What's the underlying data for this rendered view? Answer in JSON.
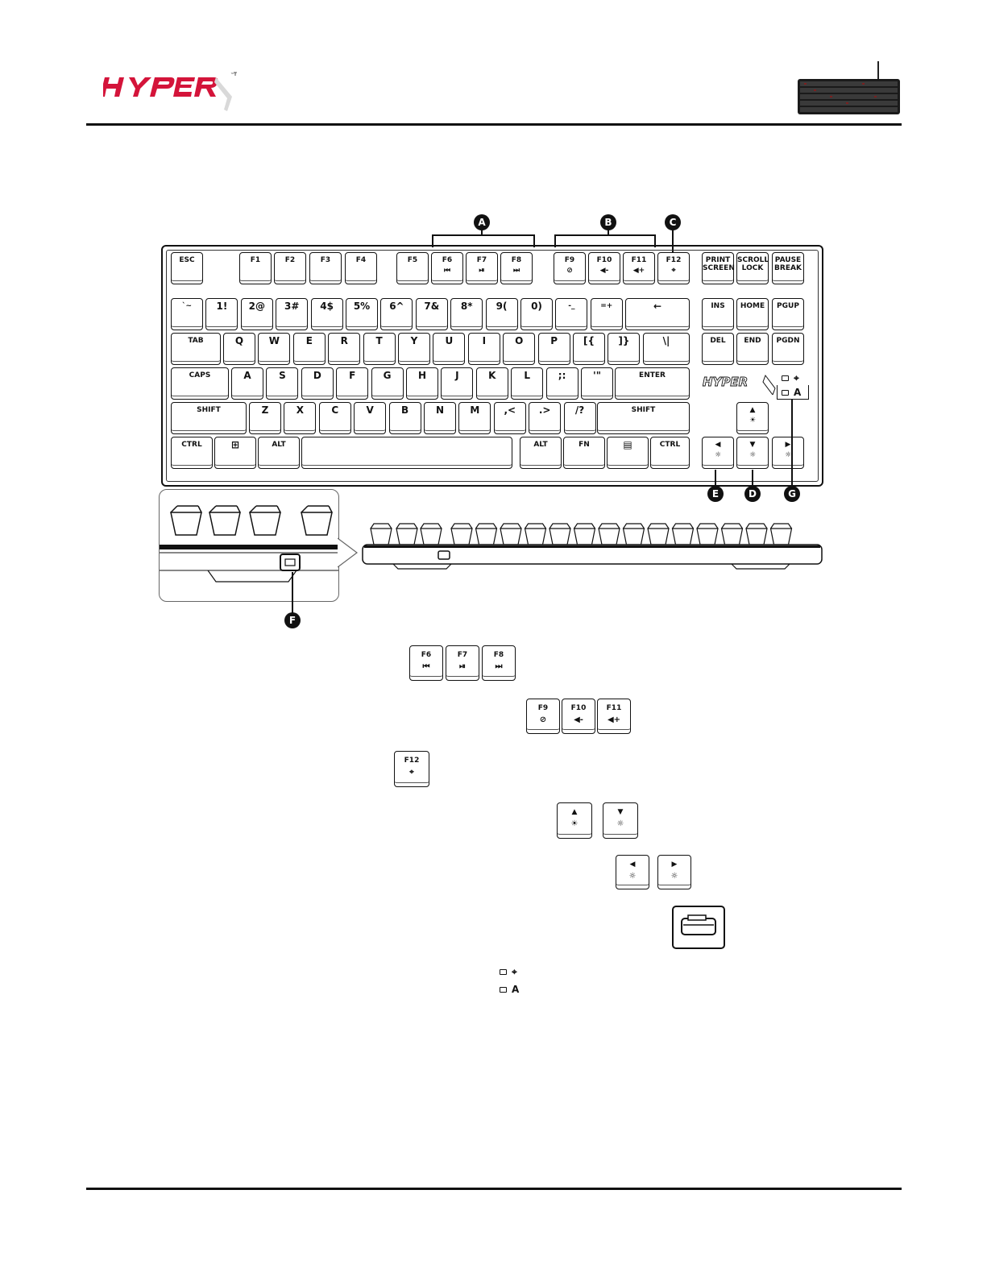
{
  "brand": {
    "name": "HyperX",
    "trademark": "™"
  },
  "callouts": [
    "A",
    "B",
    "C",
    "D",
    "E",
    "F",
    "G"
  ],
  "keyboard": {
    "fn_row": [
      {
        "id": "esc",
        "label": "ESC",
        "sub": ""
      },
      {
        "id": "f1",
        "label": "F1",
        "sub": ""
      },
      {
        "id": "f2",
        "label": "F2",
        "sub": ""
      },
      {
        "id": "f3",
        "label": "F3",
        "sub": ""
      },
      {
        "id": "f4",
        "label": "F4",
        "sub": ""
      },
      {
        "id": "f5",
        "label": "F5",
        "sub": ""
      },
      {
        "id": "f6",
        "label": "F6",
        "sub": "⏮"
      },
      {
        "id": "f7",
        "label": "F7",
        "sub": "⏯"
      },
      {
        "id": "f8",
        "label": "F8",
        "sub": "⏭"
      },
      {
        "id": "f9",
        "label": "F9",
        "sub": "⊘"
      },
      {
        "id": "f10",
        "label": "F10",
        "sub": "◀-"
      },
      {
        "id": "f11",
        "label": "F11",
        "sub": "◀+"
      },
      {
        "id": "f12",
        "label": "F12",
        "sub": "⌖"
      }
    ],
    "nav_top": [
      "PRINT\nSCREEN",
      "SCROLL\nLOCK",
      "PAUSE\nBREAK"
    ],
    "number_row": [
      "`~",
      "1!",
      "2@",
      "3#",
      "4$",
      "5%",
      "6^",
      "7&",
      "8*",
      "9(",
      "0)",
      "-_",
      "=+",
      "←"
    ],
    "nav_mid": [
      "INS",
      "HOME",
      "PGUP",
      "DEL",
      "END",
      "PGDN"
    ],
    "qwerty_row": [
      "TAB",
      "Q",
      "W",
      "E",
      "R",
      "T",
      "Y",
      "U",
      "I",
      "O",
      "P",
      "[{",
      "]}",
      "\\|"
    ],
    "home_row": [
      "CAPS",
      "A",
      "S",
      "D",
      "F",
      "G",
      "H",
      "J",
      "K",
      "L",
      ";:",
      "'\"",
      "ENTER"
    ],
    "shift_row": [
      "SHIFT",
      "Z",
      "X",
      "C",
      "V",
      "B",
      "N",
      "M",
      ",<",
      ".>",
      "/?",
      "SHIFT"
    ],
    "bottom_row": [
      "CTRL",
      "⊞",
      "ALT",
      "",
      "ALT",
      "FN",
      "▤",
      "CTRL"
    ],
    "arrows": [
      {
        "id": "up",
        "label": "▲",
        "sub": "☀"
      },
      {
        "id": "left",
        "label": "◀",
        "sub": "☼"
      },
      {
        "id": "down",
        "label": "▼",
        "sub": "☼"
      },
      {
        "id": "right",
        "label": "▶",
        "sub": "☼"
      }
    ],
    "indicators": [
      {
        "icon": "game-mode",
        "glyph": "⌖"
      },
      {
        "icon": "caps-lock",
        "glyph": "A"
      }
    ]
  },
  "legend": {
    "media": [
      "F6",
      "F7",
      "F8"
    ],
    "media_sub": [
      "⏮",
      "⏯",
      "⏭"
    ],
    "volume": [
      "F9",
      "F10",
      "F11"
    ],
    "volume_sub": [
      "⊘",
      "◀-",
      "◀+"
    ],
    "game": {
      "label": "F12",
      "sub": "⌖"
    },
    "brightness": [
      {
        "label": "▲",
        "sub": "☀"
      },
      {
        "label": "▼",
        "sub": "☼"
      }
    ],
    "effects": [
      {
        "label": "◀",
        "sub": "☼"
      },
      {
        "label": "▶",
        "sub": "☼"
      }
    ],
    "indicator_labels": [
      "⌖",
      "A"
    ]
  }
}
